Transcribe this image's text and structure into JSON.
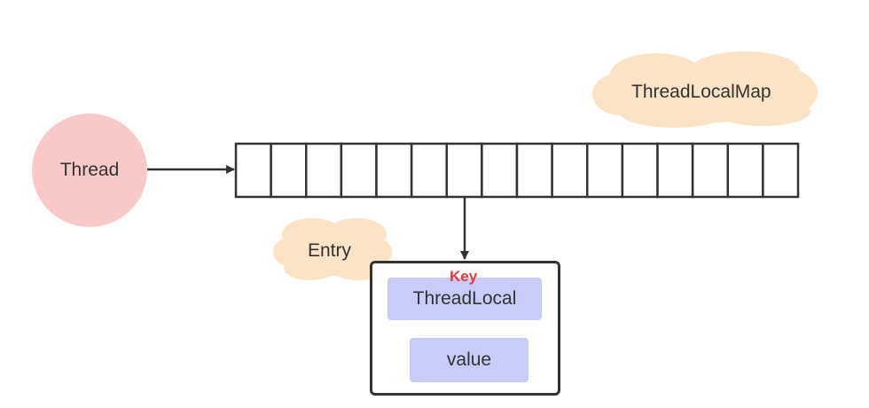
{
  "nodes": {
    "thread": {
      "label": "Thread",
      "fill": "#f9c9c9"
    },
    "thread_local_map": {
      "label": "ThreadLocalMap",
      "fill": "#fbe3c6"
    },
    "entry": {
      "label": "Entry",
      "fill": "#fbe3c6"
    },
    "entry_key": {
      "tag": "Key",
      "tag_color": "#e23b3b",
      "label": "ThreadLocal",
      "fill": "#c9ccfa"
    },
    "entry_value": {
      "label": "value",
      "fill": "#c9ccfa"
    }
  },
  "array": {
    "cell_count": 16
  },
  "edges": [
    {
      "from": "thread",
      "to": "array"
    },
    {
      "from": "array",
      "to": "entry"
    }
  ]
}
